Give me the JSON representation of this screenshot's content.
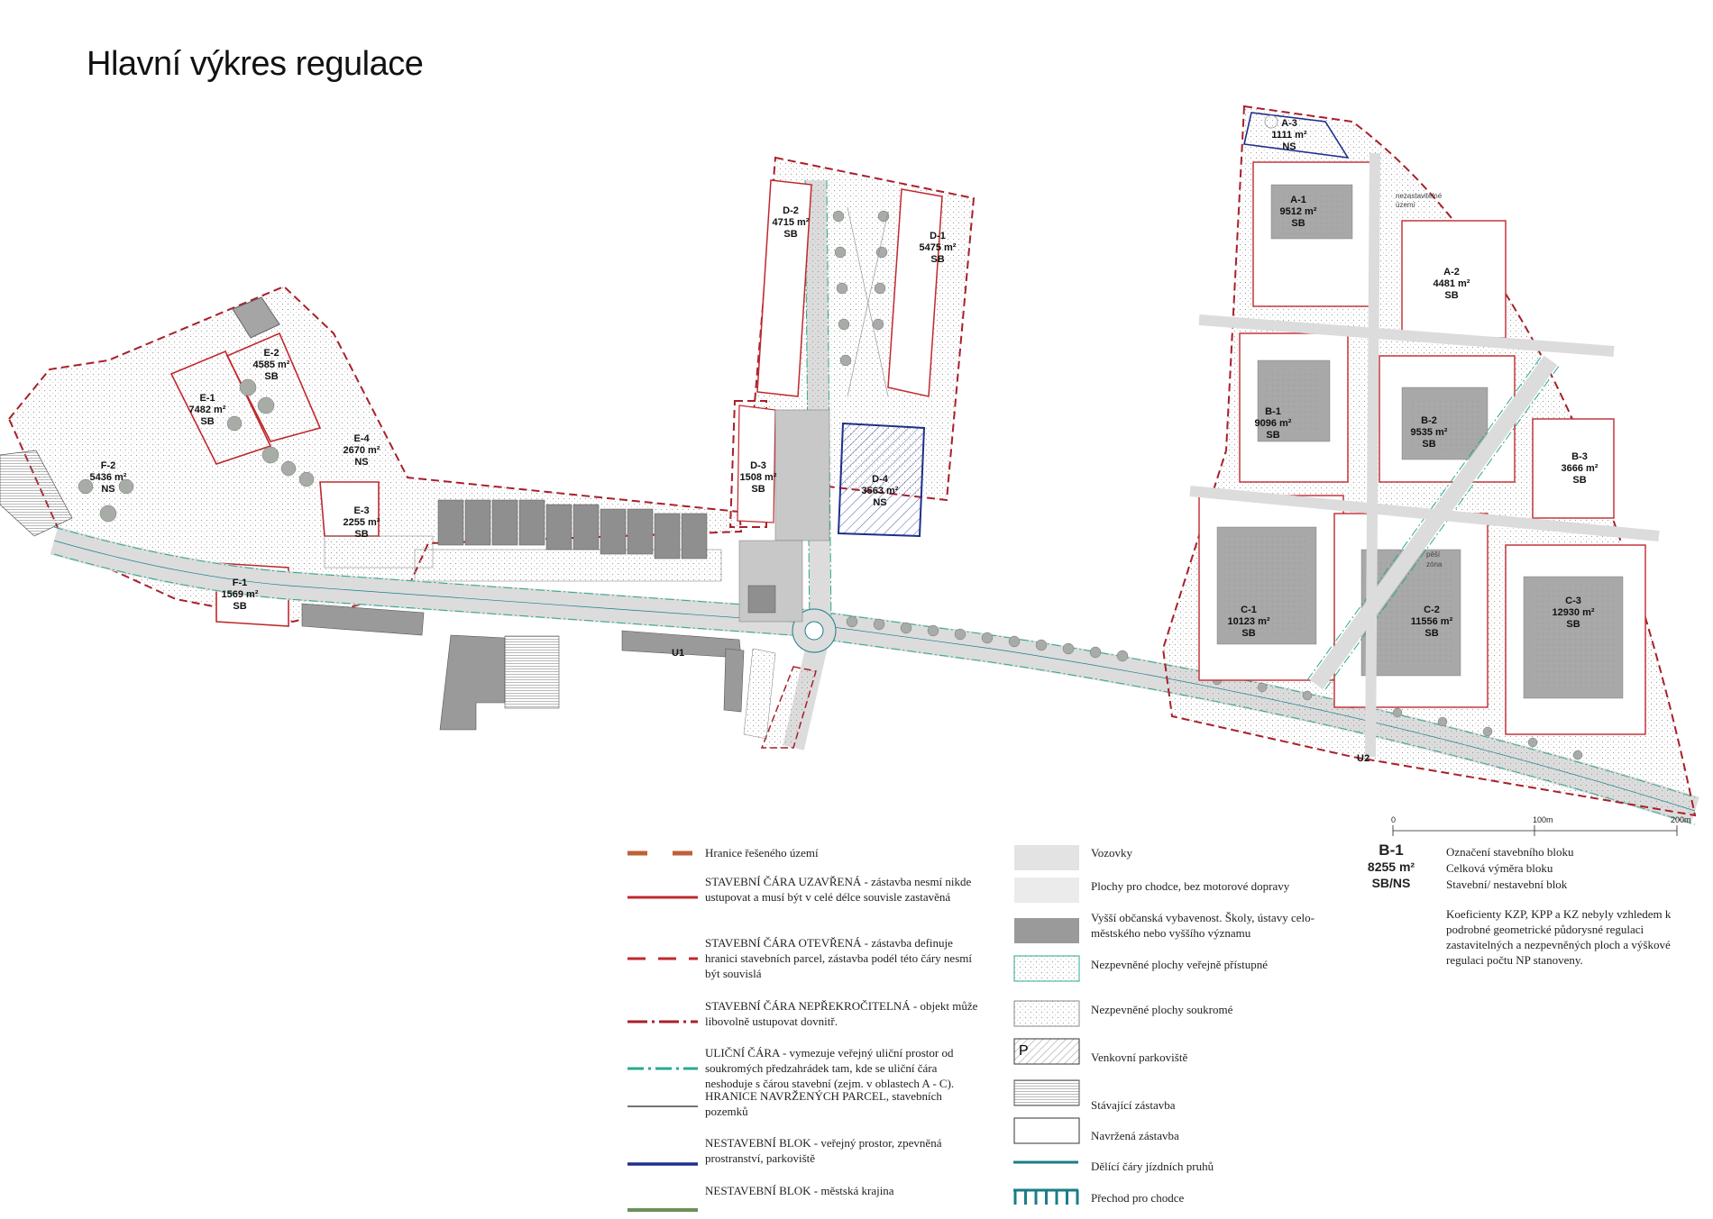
{
  "title": "Hlavní výkres regulace",
  "blocks": [
    {
      "id": "A-3",
      "area": "1111 m²",
      "type": "NS"
    },
    {
      "id": "A-1",
      "area": "9512 m²",
      "type": "SB"
    },
    {
      "id": "A-2",
      "area": "4481 m²",
      "type": "SB"
    },
    {
      "id": "B-1",
      "area": "9096 m²",
      "type": "SB"
    },
    {
      "id": "B-2",
      "area": "9535 m²",
      "type": "SB"
    },
    {
      "id": "B-3",
      "area": "3666 m²",
      "type": "SB"
    },
    {
      "id": "C-1",
      "area": "10123 m²",
      "type": "SB"
    },
    {
      "id": "C-2",
      "area": "11556 m²",
      "type": "SB"
    },
    {
      "id": "C-3",
      "area": "12930 m²",
      "type": "SB"
    },
    {
      "id": "D-1",
      "area": "5475 m²",
      "type": "SB"
    },
    {
      "id": "D-2",
      "area": "4715 m²",
      "type": "SB"
    },
    {
      "id": "D-3",
      "area": "1508 m²",
      "type": "SB"
    },
    {
      "id": "D-4",
      "area": "3563 m²",
      "type": "NS"
    },
    {
      "id": "E-1",
      "area": "7482 m²",
      "type": "SB"
    },
    {
      "id": "E-2",
      "area": "4585 m²",
      "type": "SB"
    },
    {
      "id": "E-3",
      "area": "2255 m²",
      "type": "SB"
    },
    {
      "id": "E-4",
      "area": "2670 m²",
      "type": "NS"
    },
    {
      "id": "F-1",
      "area": "1569 m²",
      "type": "SB"
    },
    {
      "id": "F-2",
      "area": "5436 m²",
      "type": "NS"
    }
  ],
  "streets": [
    "U1",
    "U2"
  ],
  "map_notes": {
    "pedestrian_zone_1": "pěší",
    "pedestrian_zone_2": "zóna",
    "non_buildable_1": "nezastavitelné",
    "non_buildable_2": "území"
  },
  "scale": {
    "labels": [
      "0",
      "100m",
      "200m"
    ]
  },
  "legend_left": [
    {
      "symbol": "brown-dashed-line",
      "color": "#c0603a",
      "text": "Hranice řešeného území"
    },
    {
      "symbol": "red-solid-line",
      "color": "#c0282d",
      "text": "STAVEBNÍ ČÁRA UZAVŘENÁ - zástavba nesmí nikde ustupovat a musí být v celé délce souvisle zastavěná"
    },
    {
      "symbol": "red-dashed-line",
      "color": "#c0282d",
      "text": "STAVEBNÍ ČÁRA OTEVŘENÁ - zástavba definuje hranici stavebních parcel, zástavba podél této čáry nesmí být souvislá"
    },
    {
      "symbol": "red-dashdot-line",
      "color": "#a8202a",
      "text": "STAVEBNÍ ČÁRA NEPŘEKROČITELNÁ - objekt může libovolně ustupovat dovnitř."
    },
    {
      "symbol": "teal-dashdot-line",
      "color": "#2aa890",
      "text": "ULIČNÍ ČÁRA - vymezuje veřejný uliční prostor od soukromých předzahrádek tam, kde se uliční čára neshoduje s čárou stavební (zejm. v oblastech A - C)."
    },
    {
      "symbol": "black-thin-line",
      "color": "#222222",
      "text": "HRANICE NAVRŽENÝCH PARCEL, stavebních pozemků"
    },
    {
      "symbol": "navy-line",
      "color": "#1e2f8a",
      "text": "NESTAVEBNÍ BLOK - veřejný prostor, zpevněná prostranství, parkoviště"
    },
    {
      "symbol": "green-line",
      "color": "#6b8f5a",
      "text": "NESTAVEBNÍ BLOK - městská krajina"
    }
  ],
  "legend_right": [
    {
      "symbol": "road-fill",
      "color": "#e3e3e3",
      "text": "Vozovky"
    },
    {
      "symbol": "pedestrian-fill",
      "color": "#ebebeb",
      "text": "Plochy pro chodce, bez motorové dopravy"
    },
    {
      "symbol": "civic-fill",
      "color": "#9a9a9a",
      "text": "Vyšší občanská vybavenost. Školy, ústavy celo-městského nebo vyššího významu"
    },
    {
      "symbol": "unpaved-public-fill",
      "color": "#f4f7f6",
      "text": "Nezpevněné plochy veřejně přístupné"
    },
    {
      "symbol": "unpaved-private-fill",
      "color": "#f4f4f4",
      "text": "Nezpevněné plochy soukromé"
    },
    {
      "symbol": "parking-fill",
      "color": "#ffffff",
      "text": "Venkovní parkoviště",
      "glyph": "P"
    },
    {
      "symbol": "existing-building-fill",
      "color": "#c8c8c8",
      "text": "Stávající zástavba"
    },
    {
      "symbol": "proposed-building-fill",
      "color": "#ffffff",
      "text": "Navržená zástavba"
    },
    {
      "symbol": "lane-divider-line",
      "color": "#1a7d88",
      "text": "Dělící čáry jízdních pruhů"
    },
    {
      "symbol": "crosswalk",
      "color": "#1a7d88",
      "text": "Přechod pro chodce"
    }
  ],
  "example_block": {
    "name": "B-1",
    "area": "8255 m²",
    "type": "SB/NS"
  },
  "example_desc": [
    "Označení stavebního bloku",
    "Celková výměra bloku",
    "Stavební/ nestavební blok"
  ],
  "note": "Koeficienty KZP, KPP a KZ nebyly vzhledem k podrobné geometrické půdorysné regulaci zastavitelných a nezpevněných ploch a výškové regulaci počtu NP stanoveny.",
  "colors": {
    "boundary": "#a8202a",
    "street_line": "#2aa890",
    "road": "#dcdcdc",
    "building": "#9a9a9a",
    "tree": "#9aa09a"
  }
}
